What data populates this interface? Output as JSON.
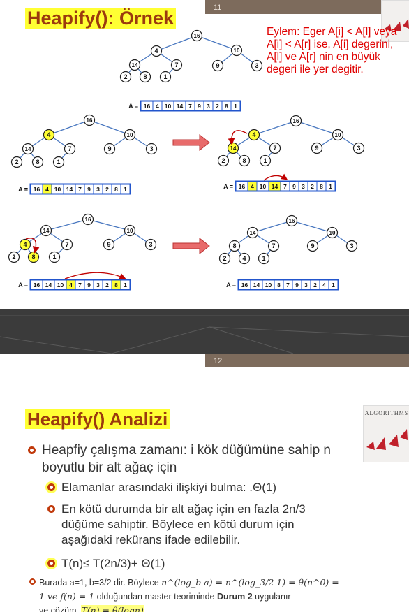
{
  "slide1": {
    "number": "11",
    "title": "Heapify(): Örnek",
    "note": "Eylem: Eger A[i] < A[l] veya A[i] < A[r] ise, A[i] degerini, A[l] ve A[r] nin en büyük degeri ile yer degitir.",
    "array_label": "A =",
    "arrays": {
      "a0": [
        "16",
        "4",
        "10",
        "14",
        "7",
        "9",
        "3",
        "2",
        "8",
        "1"
      ],
      "a1": [
        "16",
        "4",
        "10",
        "14",
        "7",
        "9",
        "3",
        "2",
        "8",
        "1"
      ],
      "a2": [
        "16",
        "4",
        "10",
        "14",
        "7",
        "9",
        "3",
        "2",
        "8",
        "1"
      ],
      "a3": [
        "16",
        "14",
        "10",
        "4",
        "7",
        "9",
        "3",
        "2",
        "8",
        "1"
      ],
      "a4": [
        "16",
        "14",
        "10",
        "8",
        "7",
        "9",
        "3",
        "2",
        "4",
        "1"
      ]
    },
    "trees": {
      "t0": [
        "16",
        "4",
        "10",
        "14",
        "7",
        "9",
        "3",
        "2",
        "8",
        "1"
      ],
      "t1": [
        "16",
        "4",
        "10",
        "14",
        "7",
        "9",
        "3",
        "2",
        "8",
        "1"
      ],
      "t2": [
        "16",
        "4",
        "10",
        "14",
        "7",
        "9",
        "3",
        "2",
        "8",
        "1"
      ],
      "t3": [
        "16",
        "14",
        "10",
        "4",
        "7",
        "9",
        "3",
        "2",
        "8",
        "1"
      ],
      "t4": [
        "16",
        "14",
        "10",
        "8",
        "7",
        "9",
        "3",
        "2",
        "4",
        "1"
      ]
    },
    "colors": {
      "highlight": "#ffff33",
      "edge": "#4a78c0",
      "swap_arrow": "#c00000",
      "array_border": "#2255cc"
    }
  },
  "slide2": {
    "number": "12",
    "title": "Heapify() Analizi",
    "book_title": "ALGORITHMS",
    "bullets": [
      "Heapfiy çalışma zamanı: i kök düğümüne sahip n boyutlu bir alt ağaç için",
      "Elamanlar arasındaki ilişkiyi bulma: .Θ(1)",
      "En kötü durumda bir alt ağaç için en fazla 2n/3 düğüme sahiptir. Böylece en kötü durum için aşağıdaki rekürans ifade edilebilir.",
      "T(n)≤ T(2n/3)+ Θ(1)"
    ],
    "last_bullet": {
      "pre": "Burada a=1, b=3/2 dir. Böylece ",
      "formula1": "n^(log_b a) = n^(log_3/2 1) = θ(n^0) =",
      "line2_formula": "1 ve f(n) = 1",
      "line2_text": " olduğundan master teoriminde ",
      "bold": "Durum 2",
      "line2_end": " uygulanır",
      "line3_text": "ve çözüm, ",
      "formula3": "T(n) = θ(logn)"
    }
  }
}
